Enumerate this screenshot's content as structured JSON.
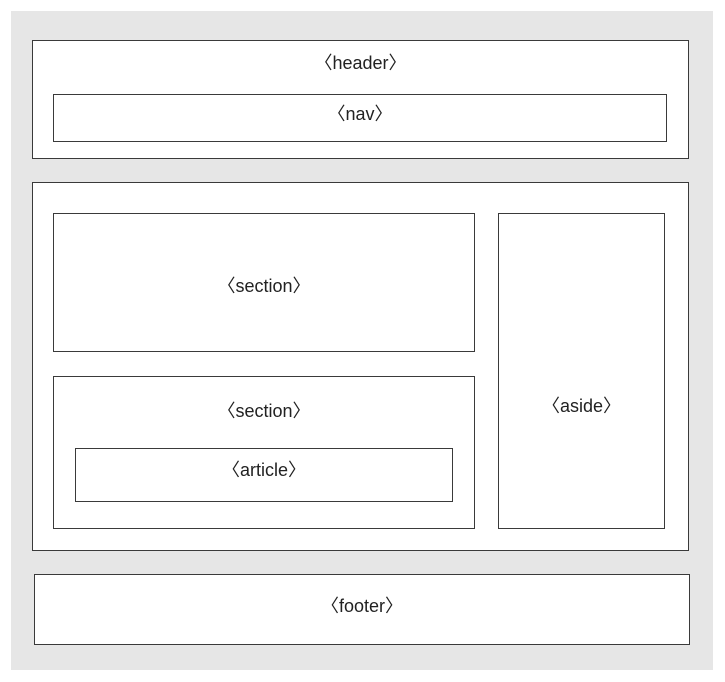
{
  "diagram": {
    "header": {
      "label": "〈header〉"
    },
    "nav": {
      "label": "〈nav〉"
    },
    "section_top": {
      "label": "〈section〉"
    },
    "section_bottom": {
      "label": "〈section〉"
    },
    "article": {
      "label": "〈article〉"
    },
    "aside": {
      "label": "〈aside〉"
    },
    "footer": {
      "label": "〈footer〉"
    }
  }
}
